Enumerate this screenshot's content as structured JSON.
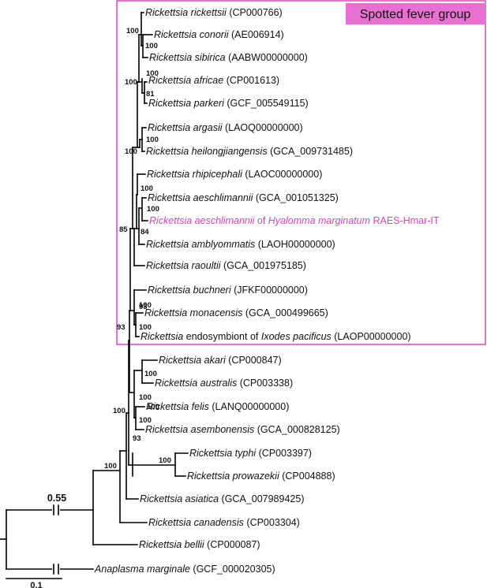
{
  "group_label": "Spotted fever group",
  "colors": {
    "highlight": "#e040c0",
    "box": "#e040c0",
    "label_bg": "#e040c0"
  },
  "scale_bar": "0.1",
  "break_label": "0.55",
  "taxa": [
    {
      "genus": "Rickettsia",
      "species": "rickettsii",
      "acc": "(CP000766)"
    },
    {
      "genus": "Rickettsia",
      "species": "conorii",
      "acc": "(AE006914)"
    },
    {
      "genus": "Rickettsia",
      "species": "sibirica",
      "acc": "(AABW00000000)"
    },
    {
      "genus": "Rickettsia",
      "species": "africae",
      "acc": "(CP001613)"
    },
    {
      "genus": "Rickettsia",
      "species": "parkeri",
      "acc": "(GCF_005549115)"
    },
    {
      "genus": "Rickettsia",
      "species": "argasii",
      "acc": "(LAOQ00000000)"
    },
    {
      "genus": "Rickettsia",
      "species": "heilongjiangensis",
      "acc": "(GCA_009731485)"
    },
    {
      "genus": "Rickettsia",
      "species": "rhipicephali",
      "acc": "(LAOC00000000)"
    },
    {
      "genus": "Rickettsia",
      "species": "aeschlimannii",
      "acc": "(GCA_001051325)"
    },
    {
      "genus": "Rickettsia",
      "species": "aeschlimannii",
      "mid": " of ",
      "host": "Hyalomma marginatum",
      "acc": " RAES-Hmar-IT",
      "highlight": true
    },
    {
      "genus": "Rickettsia",
      "species": "amblyommatis",
      "acc": "(LAOH00000000)"
    },
    {
      "genus": "Rickettsia",
      "species": "raoultii",
      "acc": "(GCA_001975185)"
    },
    {
      "genus": "Rickettsia",
      "species": "buchneri",
      "acc": "(JFKF00000000)"
    },
    {
      "genus": "Rickettsia",
      "species": "monacensis",
      "acc": "(GCA_000499665)"
    },
    {
      "genus": "Rickettsia",
      "species": "",
      "mid": " endosymbiont of ",
      "host": "Ixodes pacificus",
      "acc": " (LAOP00000000)"
    },
    {
      "genus": "Rickettsia",
      "species": "akari",
      "acc": "(CP000847)"
    },
    {
      "genus": "Rickettsia",
      "species": "australis",
      "acc": "(CP003338)"
    },
    {
      "genus": "Rickettsia",
      "species": "felis",
      "acc": "(LANQ00000000)"
    },
    {
      "genus": "Rickettsia",
      "species": "asembonensis",
      "acc": "(GCA_000828125)"
    },
    {
      "genus": "Rickettsia",
      "species": "typhi",
      "acc": "(CP003397)"
    },
    {
      "genus": "Rickettsia",
      "species": "prowazekii",
      "acc": "(CP004888)"
    },
    {
      "genus": "Rickettsia",
      "species": "asiatica",
      "acc": "(GCA_007989425)"
    },
    {
      "genus": "Rickettsia",
      "species": "canadensis",
      "acc": "(CP003304)"
    },
    {
      "genus": "Rickettsia",
      "species": "bellii",
      "acc": "(CP000087)"
    },
    {
      "genus": "Anaplasma",
      "species": "marginale",
      "acc": "(GCF_000020305)"
    }
  ],
  "support_values": [
    {
      "node": "conorii-sibirica",
      "value": "100"
    },
    {
      "node": "rickettsii-sibirica",
      "value": "100"
    },
    {
      "node": "africae-parkeri-top",
      "value": "100"
    },
    {
      "node": "africae-parkeri",
      "value": "81"
    },
    {
      "node": "argasii-heilongjiangensis",
      "value": "100"
    },
    {
      "node": "sfg-core",
      "value": "100"
    },
    {
      "node": "aeschlimannii-pair",
      "value": "100"
    },
    {
      "node": "rhipicephali-aeschlimannii",
      "value": "100"
    },
    {
      "node": "aeschlimannii-amblyommatis",
      "value": "84"
    },
    {
      "node": "sfg-main",
      "value": "85"
    },
    {
      "node": "monacensis-endosymbiont",
      "value": "100"
    },
    {
      "node": "buchneri-group",
      "value": "100"
    },
    {
      "node": "sfg-root",
      "value": "93"
    },
    {
      "node": "akari-australis",
      "value": "100"
    },
    {
      "node": "felis-asembonensis",
      "value": "100"
    },
    {
      "node": "transitional",
      "value": "93"
    },
    {
      "node": "typhus",
      "value": "100"
    },
    {
      "node": "sfg-transitional",
      "value": "100"
    },
    {
      "node": "ingroup",
      "value": "100"
    }
  ]
}
